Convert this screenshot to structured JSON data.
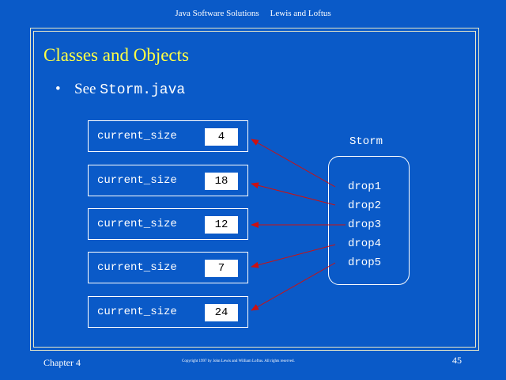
{
  "header": {
    "book": "Java Software Solutions",
    "authors": "Lewis and Loftus"
  },
  "slide": {
    "title": "Classes and Objects",
    "bullet": {
      "marker": "•",
      "text": "See",
      "code": "Storm.java"
    }
  },
  "objects": [
    {
      "label": "current_size",
      "value": "4"
    },
    {
      "label": "current_size",
      "value": "18"
    },
    {
      "label": "current_size",
      "value": "12"
    },
    {
      "label": "current_size",
      "value": "7"
    },
    {
      "label": "current_size",
      "value": "24"
    }
  ],
  "storm": {
    "title": "Storm",
    "drops": [
      "drop1",
      "drop2",
      "drop3",
      "drop4",
      "drop5"
    ]
  },
  "footer": {
    "chapter": "Chapter 4",
    "copyright": "Copyright 1997 by John Lewis and William Loftus.  All rights reserved.",
    "page": "45"
  },
  "colors": {
    "background": "#0a5ac8",
    "title": "#ffff44",
    "arrow": "#cc1111"
  }
}
